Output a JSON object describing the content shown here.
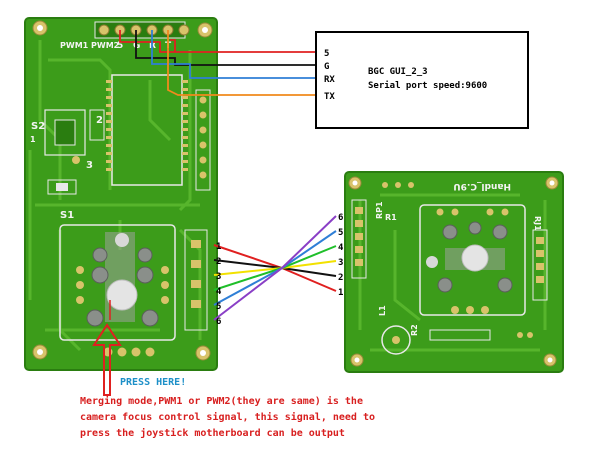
{
  "title_box": {
    "line1": "BGC GUI_2_3",
    "line2": "Serial port speed:9600"
  },
  "serial_pins": [
    "5",
    "G",
    "RX",
    "TX"
  ],
  "header_labels": {
    "pwm": "PWM1 PWM2",
    "pins": [
      "5",
      "G",
      "R",
      "T"
    ]
  },
  "left_board": {
    "s1": "S1",
    "s2": "S2",
    "num1": "1",
    "num2": "2",
    "num3": "3"
  },
  "right_board": {
    "name": "Handl_C.9U",
    "rj1": "RJ1",
    "r1": "R1",
    "rp1": "RP1",
    "l1": "L1",
    "r2": "R2"
  },
  "cable_left_numbers": [
    "1",
    "2",
    "3",
    "4",
    "5",
    "6"
  ],
  "cable_right_numbers": [
    "6",
    "5",
    "4",
    "3",
    "2",
    "1"
  ],
  "callout": {
    "press": "PRESS HERE!",
    "note_line1": "Merging mode,PWM1 or PWM2(they are same) is the",
    "note_line2": "camera focus control signal, this signal, need to",
    "note_line3": "press the joystick motherboard can be output"
  },
  "colors": {
    "pcb": "#3c9c1a",
    "pcb_dark": "#2a7d10",
    "trace": "#5ab82e",
    "pad": "#d8c36a",
    "wire_red": "#e02020",
    "wire_black": "#111111",
    "wire_blue": "#2f7fd6",
    "wire_orange": "#f08a1c",
    "wire_yellow": "#f2e100",
    "wire_green": "#1fbf2a",
    "wire_purple": "#8a3fc6",
    "note_red": "#d81f1f",
    "press_blue": "#1e90c8"
  }
}
